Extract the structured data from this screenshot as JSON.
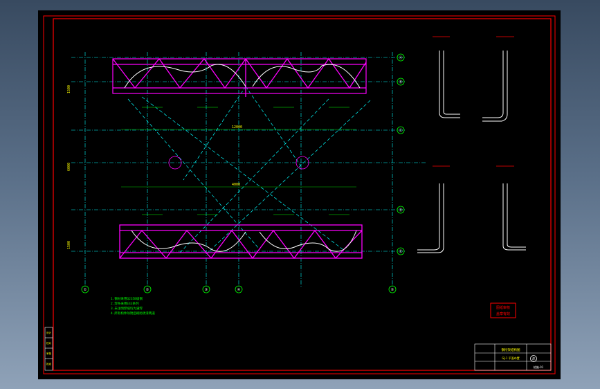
{
  "app": {
    "background_top": "#384a60",
    "background_bottom": "#8fa2b8",
    "canvas_color": "#000000"
  },
  "colors": {
    "frame": "#ff0000",
    "axis": "#00ffff",
    "member": "#ff00ff",
    "detail": "#ffffff",
    "annotation": "#00ff00",
    "highlight": "#ffff00"
  },
  "grid_columns": [
    "①",
    "②",
    "③",
    "④",
    "⑤"
  ],
  "grid_rows": [
    "Ⓐ",
    "Ⓑ",
    "Ⓒ",
    "Ⓓ",
    "Ⓔ"
  ],
  "dimensions": {
    "left": [
      "1500",
      "6000",
      "1500"
    ],
    "top_span": "12000",
    "mid_span": "4000"
  },
  "notes": [
    "1.钢材采用Q235B级钢",
    "2.焊条采用E43系列",
    "3.未注明焊缝均为满焊",
    "4.所有构件除锈后刷防锈漆两道"
  ],
  "stamp": [
    "图纸审核",
    "盖章有效"
  ],
  "title_block": {
    "title": "钢桁架结构图",
    "subtitle": "GJ-1 平面布置",
    "logo": "沐",
    "sheet": "结施-01"
  },
  "side_table": [
    "设计",
    "校对",
    "审核",
    "批准"
  ]
}
